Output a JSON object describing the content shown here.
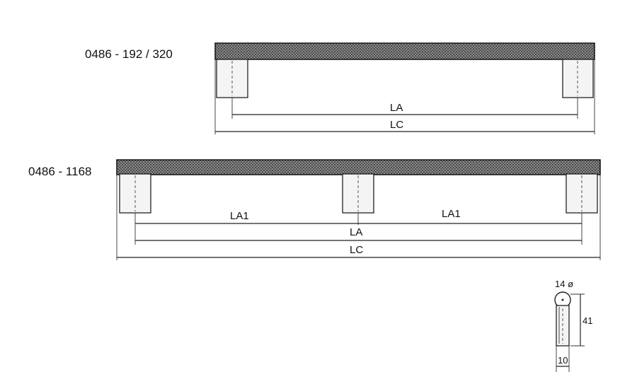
{
  "handle_a": {
    "code": "0486 - 192 / 320",
    "dim_la": "LA",
    "dim_lc": "LC"
  },
  "handle_b": {
    "code": "0486 - 1168",
    "dim_la1_left": "LA1",
    "dim_la1_right": "LA1",
    "dim_la": "LA",
    "dim_lc": "LC"
  },
  "section": {
    "diameter": "14 ø",
    "height": "41",
    "width": "10"
  }
}
